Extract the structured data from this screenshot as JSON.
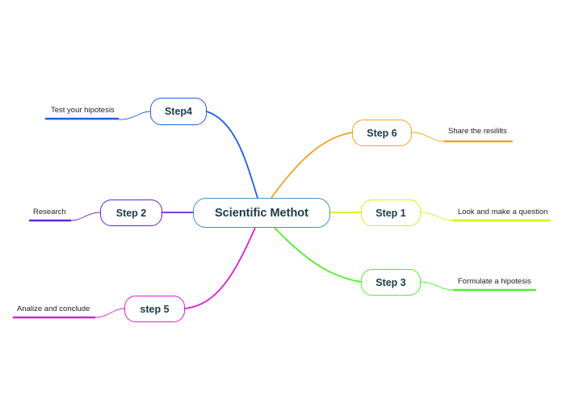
{
  "central": {
    "label": "Scientific Methot",
    "color": "#3d97c8"
  },
  "branches": [
    {
      "id": "step4",
      "label": "Step4",
      "color": "#1f5fe0",
      "leaf": "Test your hipotesis"
    },
    {
      "id": "step6",
      "label": "Step 6",
      "color": "#f4a223",
      "leaf": "Share the resililts"
    },
    {
      "id": "step2",
      "label": "Step 2",
      "color": "#6b22d6",
      "leaf": "Research"
    },
    {
      "id": "step1",
      "label": "Step 1",
      "color": "#d8ee1c",
      "leaf": "Look and make a question"
    },
    {
      "id": "step3",
      "label": "Step 3",
      "color": "#52ee2c",
      "leaf": "Formulate a hipotesis"
    },
    {
      "id": "step5",
      "label": "step 5",
      "color": "#e31cd6",
      "leaf": "Analize and conclude"
    }
  ]
}
